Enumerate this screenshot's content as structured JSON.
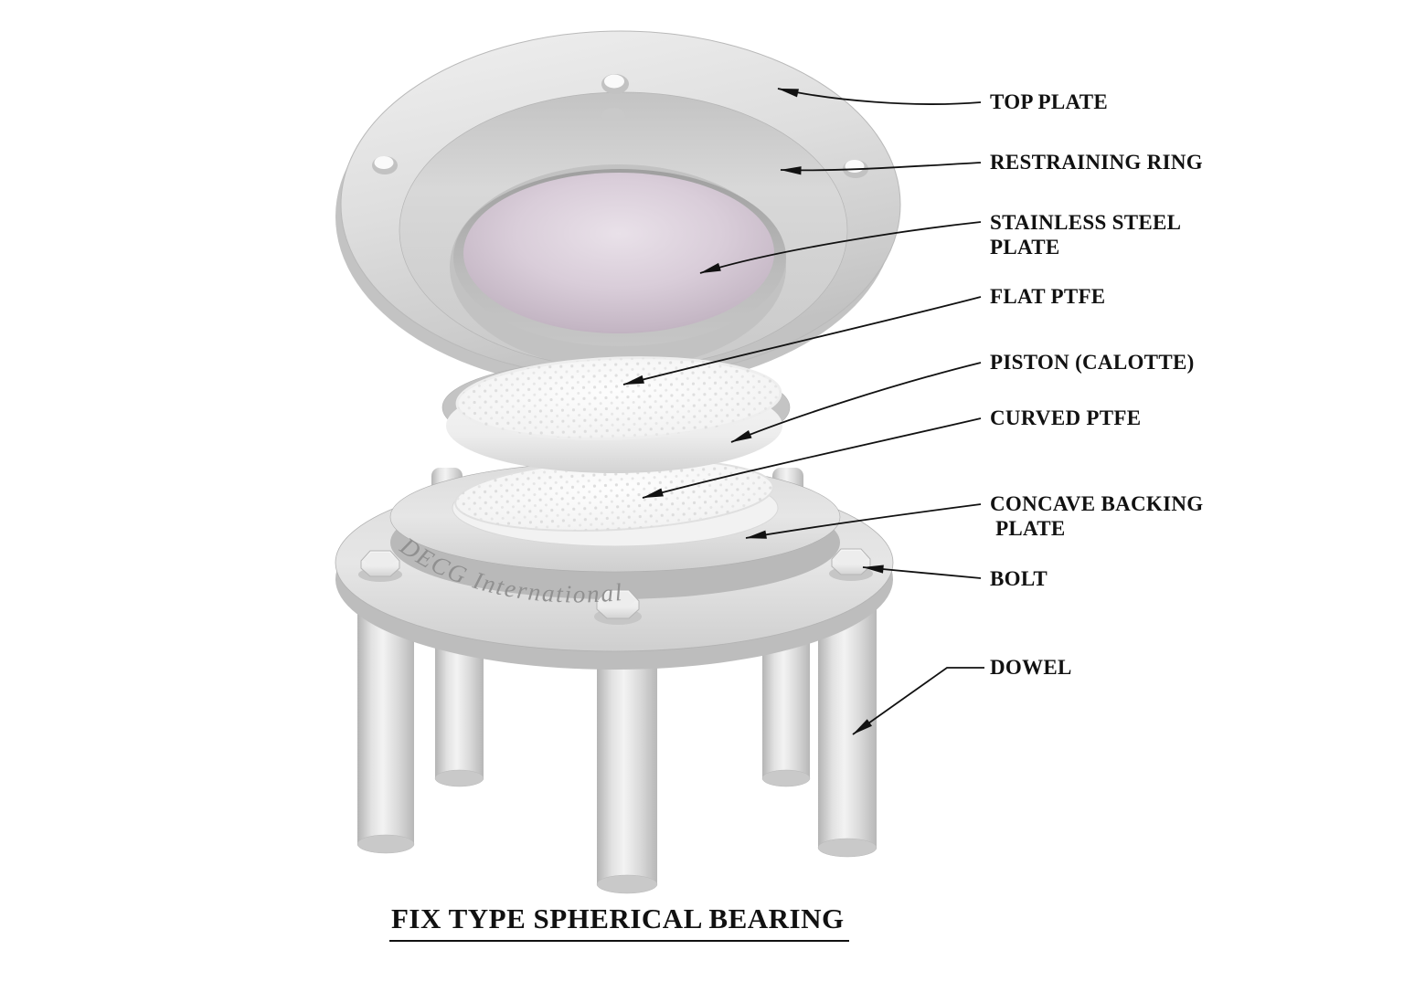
{
  "figure": {
    "title": "FIX TYPE SPHERICAL BEARING",
    "brand_engraving": "DECG International"
  },
  "labels": {
    "top_plate": "TOP PLATE",
    "restraining_ring": "RESTRAINING RING",
    "stainless_steel_plate": "STAINLESS STEEL\nPLATE",
    "flat_ptfe": "FLAT PTFE",
    "piston_calotte": "PISTON (CALOTTE)",
    "curved_ptfe": "CURVED PTFE",
    "concave_backing_plate": "CONCAVE BACKING\n PLATE",
    "bolt": "BOLT",
    "dowel": "DOWEL"
  },
  "colors": {
    "background": "#ffffff",
    "metal_light": "#ececec",
    "metal_mid": "#d2d2d2",
    "metal_dark": "#b0b0b0",
    "stainless_plate_tint": "#d5c9d5",
    "annotation": "#111111",
    "engraving": "#8e8e8e"
  }
}
